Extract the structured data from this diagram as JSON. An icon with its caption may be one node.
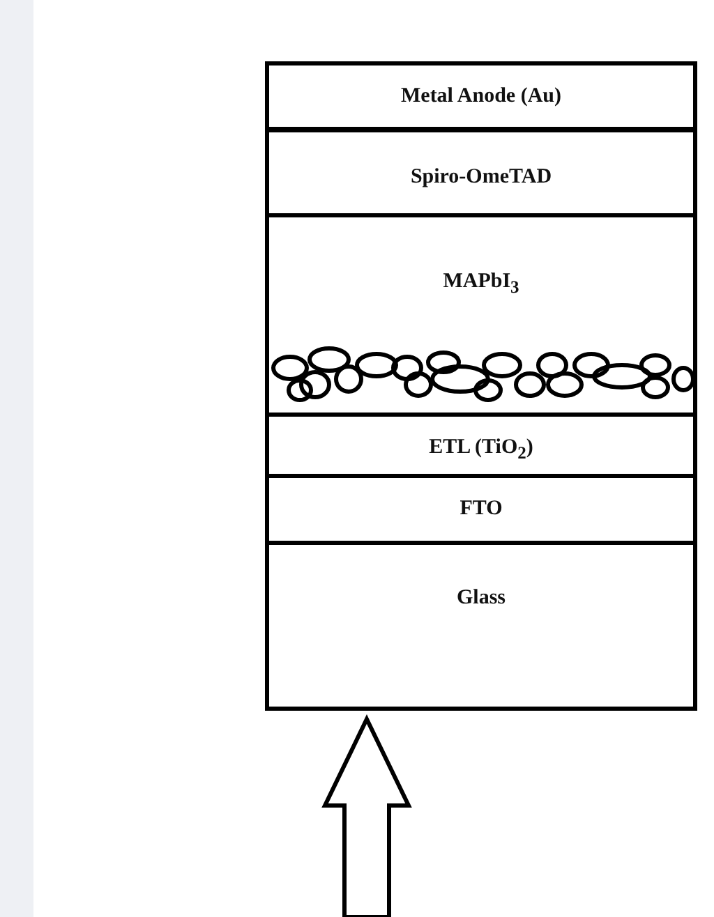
{
  "diagram": {
    "nodes": [
      {
        "text": [
          "Metal Anode (Au)"
        ]
      },
      {
        "text": [
          "Spiro-OmeTAD"
        ]
      },
      {
        "text": [
          "MAPbI$_{3}$"
        ]
      },
      {
        "text": [
          "ETL (TiO$_{2}$)"
        ]
      },
      {
        "text": [
          "FTO"
        ]
      },
      {
        "text": [
          "Glass"
        ]
      }
    ],
    "edges": [
      {
        "from": null,
        "to": 5,
        "arrow": "to",
        "style": "thick"
      }
    ]
  }
}
